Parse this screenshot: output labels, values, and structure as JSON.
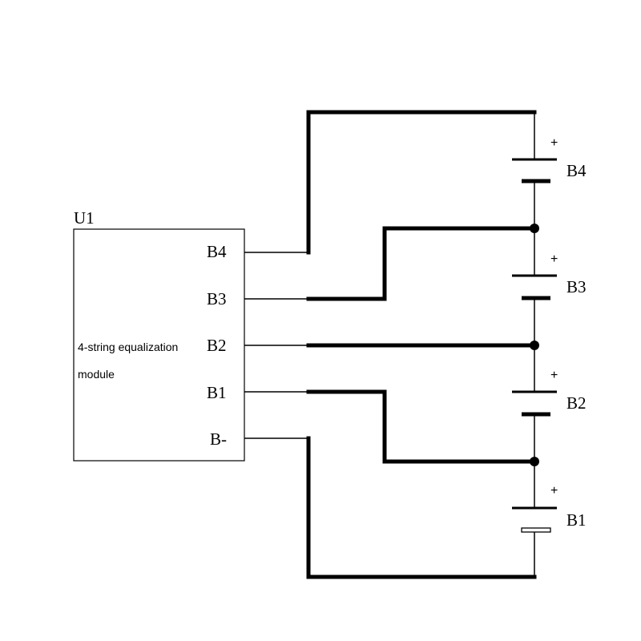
{
  "module": {
    "ref": "U1",
    "description_line1": "4-string equalization",
    "description_line2": "module",
    "pins": [
      "B4",
      "B3",
      "B2",
      "B1",
      "B-"
    ]
  },
  "batteries": [
    {
      "label": "B4",
      "polarity": "+"
    },
    {
      "label": "B3",
      "polarity": "+"
    },
    {
      "label": "B2",
      "polarity": "+"
    },
    {
      "label": "B1",
      "polarity": "+"
    }
  ]
}
